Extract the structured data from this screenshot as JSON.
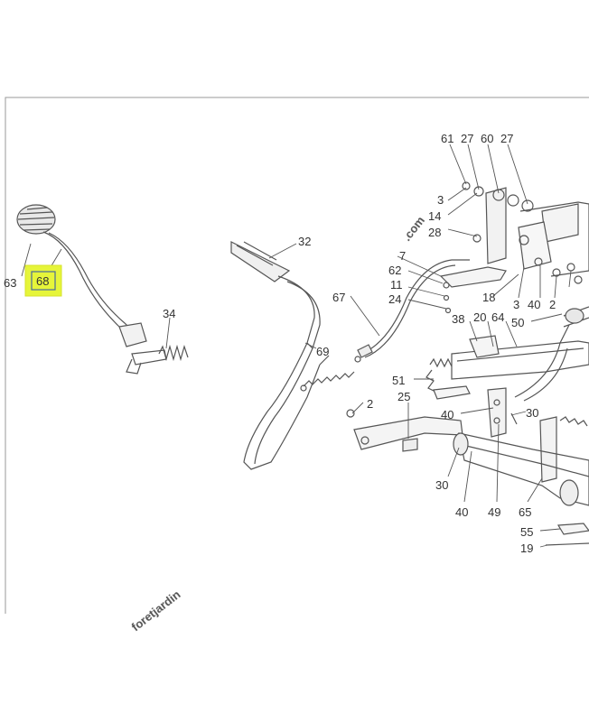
{
  "diagram": {
    "highlight_color": "#e6f53a",
    "line_color": "#555555",
    "callouts": [
      {
        "id": "label-63",
        "text": "63"
      },
      {
        "id": "label-68",
        "text": "68",
        "highlighted": true
      },
      {
        "id": "label-34",
        "text": "34"
      },
      {
        "id": "label-32",
        "text": "32"
      },
      {
        "id": "label-69",
        "text": "69"
      },
      {
        "id": "label-67",
        "text": "67"
      },
      {
        "id": "label-7",
        "text": "7"
      },
      {
        "id": "label-62",
        "text": "62"
      },
      {
        "id": "label-11",
        "text": "11"
      },
      {
        "id": "label-24",
        "text": "24"
      },
      {
        "id": "label-61",
        "text": "61"
      },
      {
        "id": "label-27a",
        "text": "27"
      },
      {
        "id": "label-60",
        "text": "60"
      },
      {
        "id": "label-27b",
        "text": "27"
      },
      {
        "id": "label-3a",
        "text": "3"
      },
      {
        "id": "label-14",
        "text": "14"
      },
      {
        "id": "label-28",
        "text": "28"
      },
      {
        "id": "label-18",
        "text": "18"
      },
      {
        "id": "label-3b",
        "text": "3"
      },
      {
        "id": "label-40a",
        "text": "40"
      },
      {
        "id": "label-2a",
        "text": "2"
      },
      {
        "id": "label-38",
        "text": "38"
      },
      {
        "id": "label-20",
        "text": "20"
      },
      {
        "id": "label-64",
        "text": "64"
      },
      {
        "id": "label-50",
        "text": "50"
      },
      {
        "id": "label-51",
        "text": "51"
      },
      {
        "id": "label-25",
        "text": "25"
      },
      {
        "id": "label-2b",
        "text": "2"
      },
      {
        "id": "label-40b",
        "text": "40"
      },
      {
        "id": "label-30a",
        "text": "30"
      },
      {
        "id": "label-30b",
        "text": "30"
      },
      {
        "id": "label-40c",
        "text": "40"
      },
      {
        "id": "label-49",
        "text": "49"
      },
      {
        "id": "label-65",
        "text": "65"
      },
      {
        "id": "label-55",
        "text": "55"
      },
      {
        "id": "label-19",
        "text": "19"
      }
    ]
  },
  "watermark": {
    "text_main": "foretjardin",
    "text_suffix": ".com",
    "color_green": "#c8e29a",
    "color_orange": "#f2c79a",
    "color_grey": "#cdbfb4"
  }
}
